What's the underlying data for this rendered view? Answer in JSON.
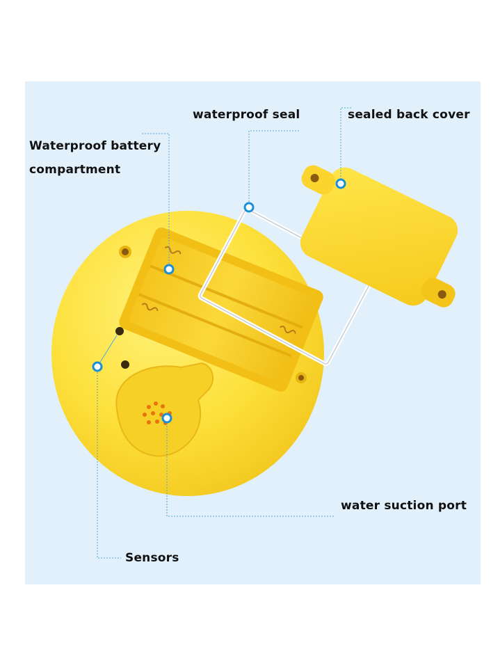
{
  "callouts": {
    "waterproof_seal": "waterproof seal",
    "sealed_back_cover": "sealed back cover",
    "battery_compartment": "Waterproof battery compartment",
    "water_suction_port": "water suction port",
    "sensors": "Sensors"
  },
  "colors": {
    "background_panel": "#e1f0fb",
    "device_yellow": "#fde03a",
    "leader_line": "#4aa8d8",
    "marker_blue": "#1a8fd6"
  }
}
